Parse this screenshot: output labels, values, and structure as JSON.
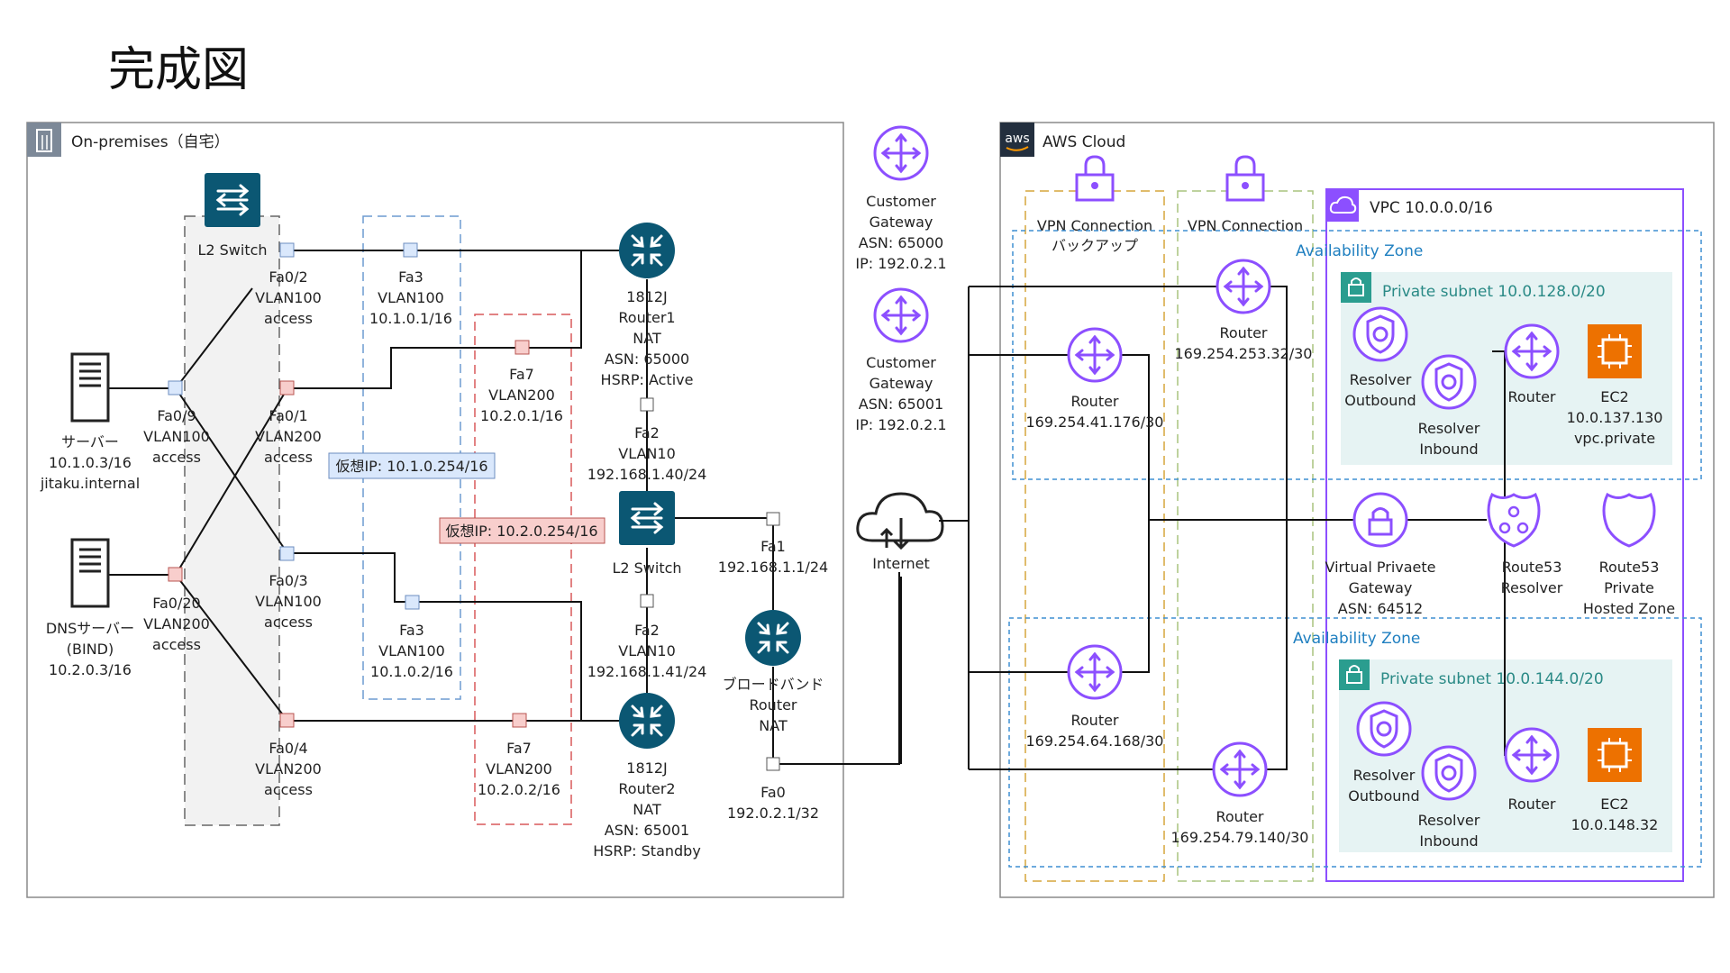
{
  "title": "完成図",
  "groups": {
    "onprem": "On-premises（自宅）",
    "aws": "AWS Cloud",
    "vpc": "VPC 10.0.0.0/16",
    "az1": "Availability Zone",
    "az2": "Availability Zone",
    "subnet1": "Private subnet 10.0.128.0/20",
    "subnet2": "Private subnet 10.0.144.0/20",
    "vpn_backup": [
      "VPN Connection",
      "バックアップ"
    ],
    "vpn": "VPN Connection"
  },
  "nodes": {
    "l2switch_top": "L2 Switch",
    "server": [
      "サーバー",
      "10.1.0.3/16",
      "jitaku.internal"
    ],
    "dns": [
      "DNSサーバー",
      "(BIND)",
      "10.2.0.3/16"
    ],
    "fa02": [
      "Fa0/2",
      "VLAN100",
      "access"
    ],
    "fa01": [
      "Fa0/1",
      "VLAN200",
      "access"
    ],
    "fa09": [
      "Fa0/9",
      "VLAN100",
      "access"
    ],
    "fa020": [
      "Fa0/20",
      "VLAN200",
      "access"
    ],
    "fa03": [
      "Fa0/3",
      "VLAN100",
      "access"
    ],
    "fa04": [
      "Fa0/4",
      "VLAN200",
      "access"
    ],
    "r1_fa3": [
      "Fa3",
      "VLAN100",
      "10.1.0.1/16"
    ],
    "r2_fa3": [
      "Fa3",
      "VLAN100",
      "10.1.0.2/16"
    ],
    "r1_fa7": [
      "Fa7",
      "VLAN200",
      "10.2.0.1/16"
    ],
    "r2_fa7": [
      "Fa7",
      "VLAN200",
      "10.2.0.2/16"
    ],
    "vip1": "仮想IP: 10.1.0.254/16",
    "vip2": "仮想IP: 10.2.0.254/16",
    "router1": [
      "1812J",
      "Router1",
      "NAT",
      "ASN: 65000",
      "HSRP: Active"
    ],
    "router2": [
      "1812J",
      "Router2",
      "NAT",
      "ASN: 65001",
      "HSRP: Standby"
    ],
    "r1_fa2": [
      "Fa2",
      "VLAN10",
      "192.168.1.40/24"
    ],
    "r2_fa2": [
      "Fa2",
      "VLAN10",
      "192.168.1.41/24"
    ],
    "l2switch_mid": "L2 Switch",
    "bb_fa1": [
      "Fa1",
      "192.168.1.1/24"
    ],
    "broadband": [
      "ブロードバンド",
      "Router",
      "NAT"
    ],
    "bb_fa0": [
      "Fa0",
      "192.0.2.1/32"
    ],
    "cgw1": [
      "Customer",
      "Gateway",
      "ASN: 65000",
      "IP: 192.0.2.1"
    ],
    "cgw2": [
      "Customer",
      "Gateway",
      "ASN: 65001",
      "IP: 192.0.2.1"
    ],
    "internet": "Internet",
    "aws_r1": [
      "Router",
      "169.254.41.176/30"
    ],
    "aws_r2": [
      "Router",
      "169.254.253.32/30"
    ],
    "aws_r3": [
      "Router",
      "169.254.64.168/30"
    ],
    "aws_r4": [
      "Router",
      "169.254.79.140/30"
    ],
    "vgw": [
      "Virtual Privaete",
      "Gateway",
      "ASN: 64512"
    ],
    "r53resolver": [
      "Route53",
      "Resolver"
    ],
    "r53zone": [
      "Route53",
      "Private",
      "Hosted Zone"
    ],
    "res_out1": [
      "Resolver",
      "Outbound"
    ],
    "res_in1": [
      "Resolver",
      "Inbound"
    ],
    "vpc_router1": "Router",
    "ec2_1": [
      "EC2",
      "10.0.137.130",
      "vpc.private"
    ],
    "res_out2": [
      "Resolver",
      "Outbound"
    ],
    "res_in2": [
      "Resolver",
      "Inbound"
    ],
    "vpc_router2": "Router",
    "ec2_2": [
      "EC2",
      "10.0.148.32"
    ]
  },
  "icons": [
    "building-icon",
    "aws-logo-icon",
    "cloud-icon",
    "lock-icon",
    "switch-icon",
    "server-icon",
    "router-icon",
    "customer-gateway-icon",
    "internet-cloud-icon",
    "vpn-lock-icon",
    "vpc-router-icon",
    "resolver-icon",
    "route53-icon",
    "ec2-chip-icon",
    "vpn-gateway-icon"
  ]
}
